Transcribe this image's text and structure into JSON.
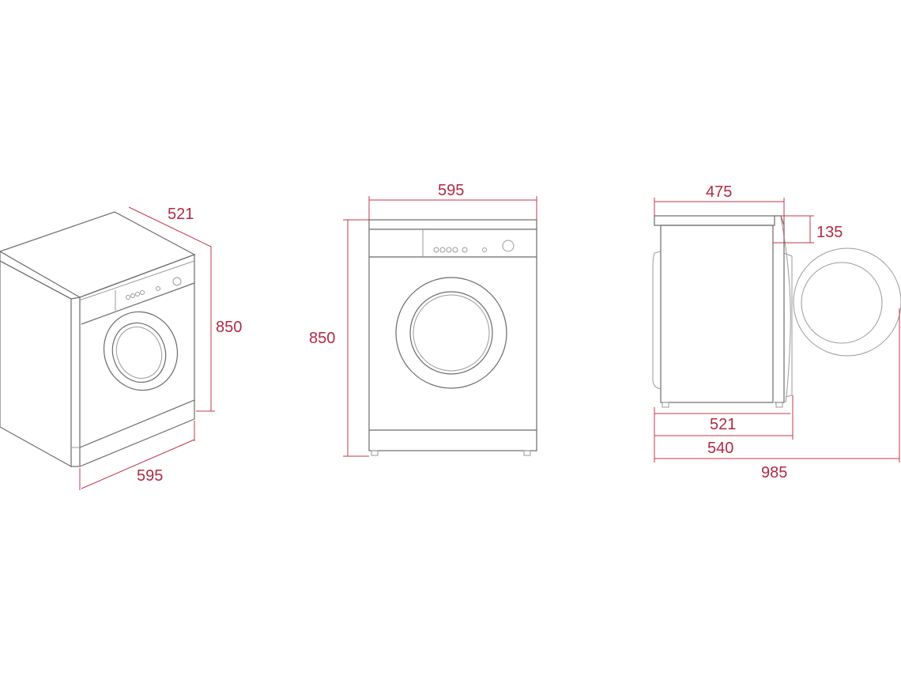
{
  "colors": {
    "background": "#ffffff",
    "outline": "#6b6b6b",
    "dimension": "#c0394b",
    "dimension_text": "#b02a44"
  },
  "views": {
    "isometric": {
      "depth_label": "521",
      "height_label": "850",
      "width_label": "595"
    },
    "front": {
      "width_label": "595",
      "height_label": "850"
    },
    "side": {
      "top_depth_label": "475",
      "door_offset_label": "135",
      "body_depth_label": "521",
      "depth_with_door_label": "540",
      "depth_door_open_label": "985"
    }
  },
  "units": "mm"
}
